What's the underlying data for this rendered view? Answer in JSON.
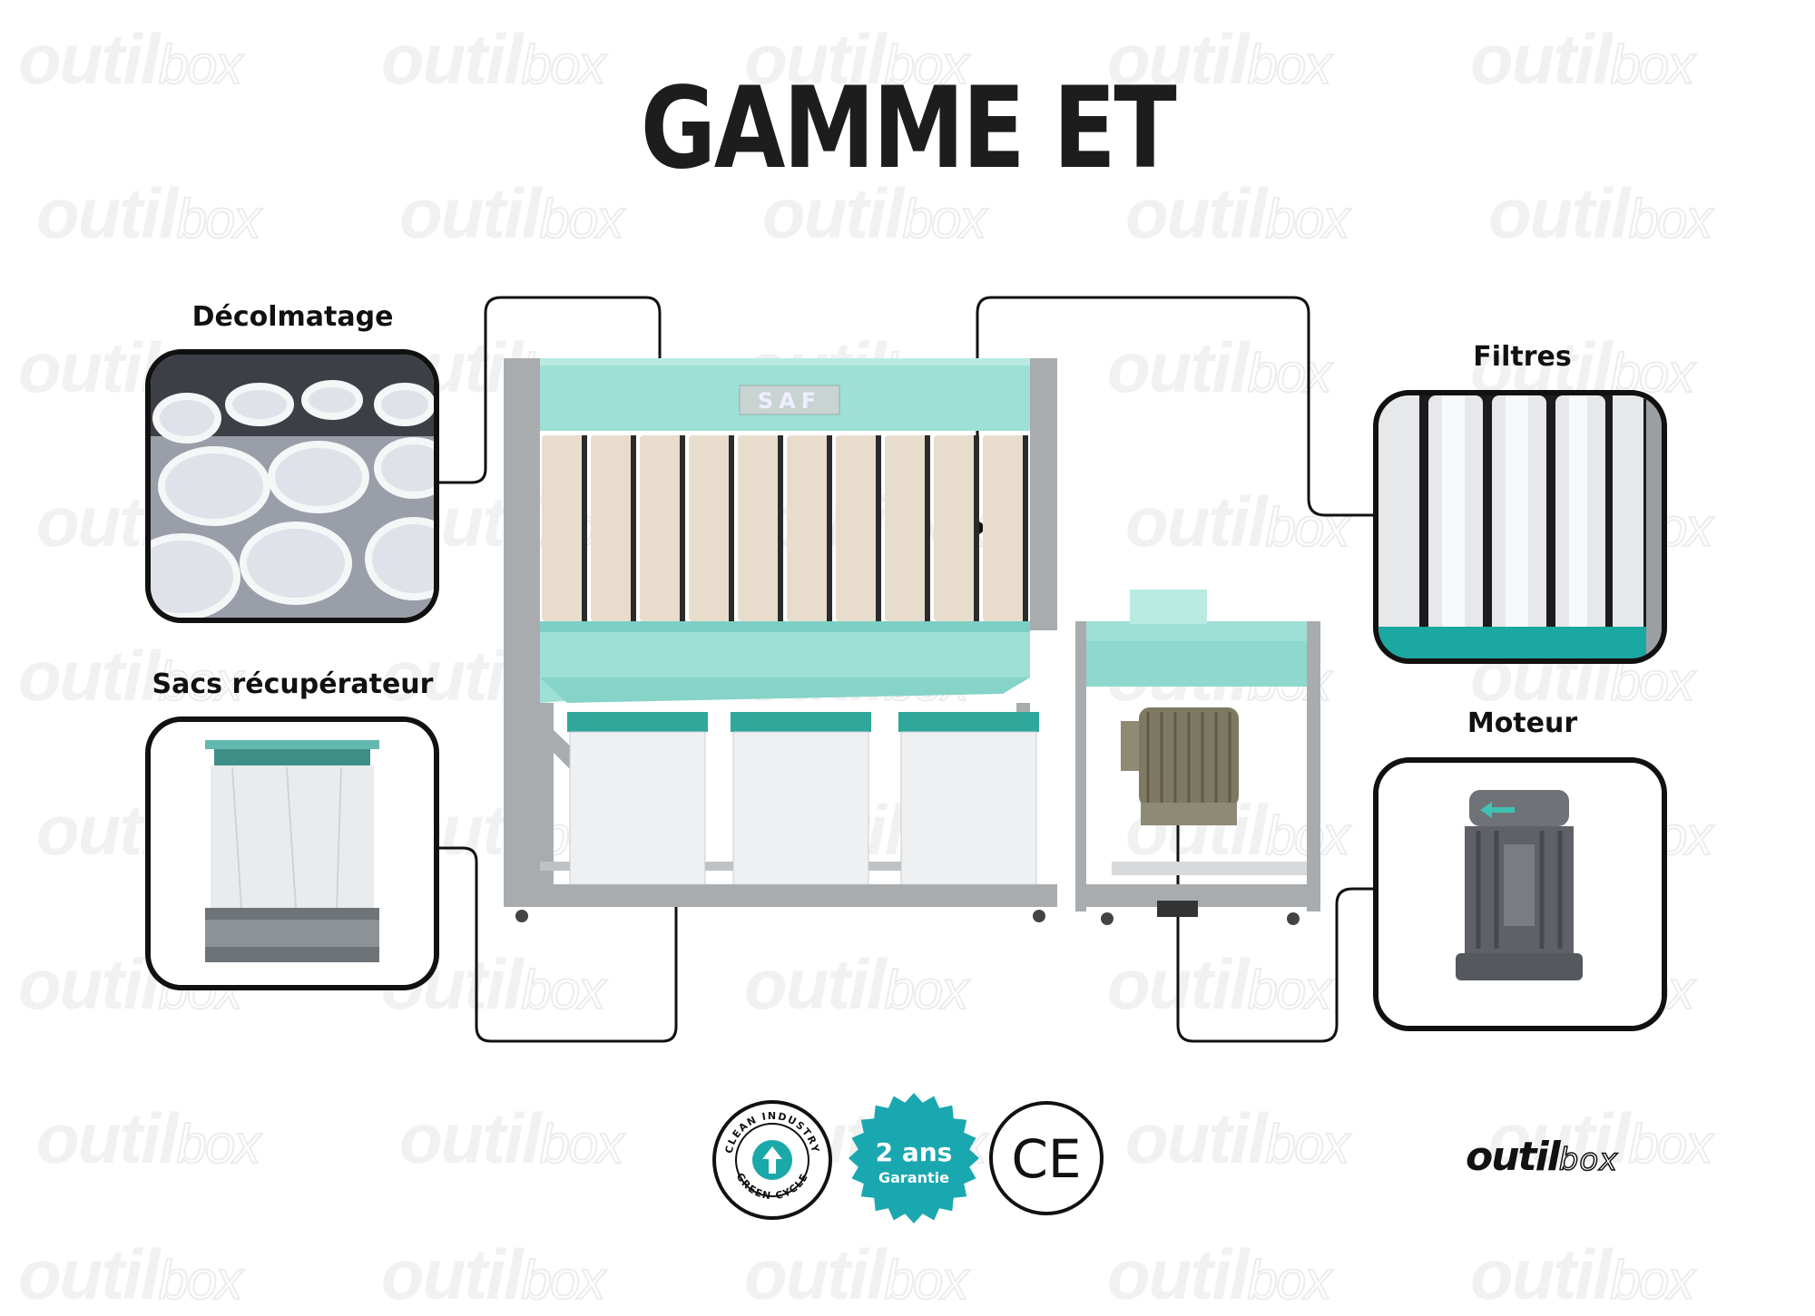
{
  "title": "GAMME ET",
  "callouts": {
    "decolmatage": "Décolmatage",
    "sacs": "Sacs récupérateur",
    "filtres": "Filtres",
    "moteur": "Moteur"
  },
  "machine": {
    "brand_plate": "SAF"
  },
  "badges": {
    "clean_top": "CLEAN INDUSTRY",
    "clean_bottom": "GREEN CYCLE",
    "warranty_main": "2 ans",
    "warranty_sub": "Garantie",
    "ce": "CE"
  },
  "logo": {
    "part1": "outil",
    "part2": "box"
  },
  "colors": {
    "teal": "#8fd5cc",
    "teal_dark": "#1aa8a8",
    "frame": "#a9acae",
    "ink": "#111111"
  }
}
